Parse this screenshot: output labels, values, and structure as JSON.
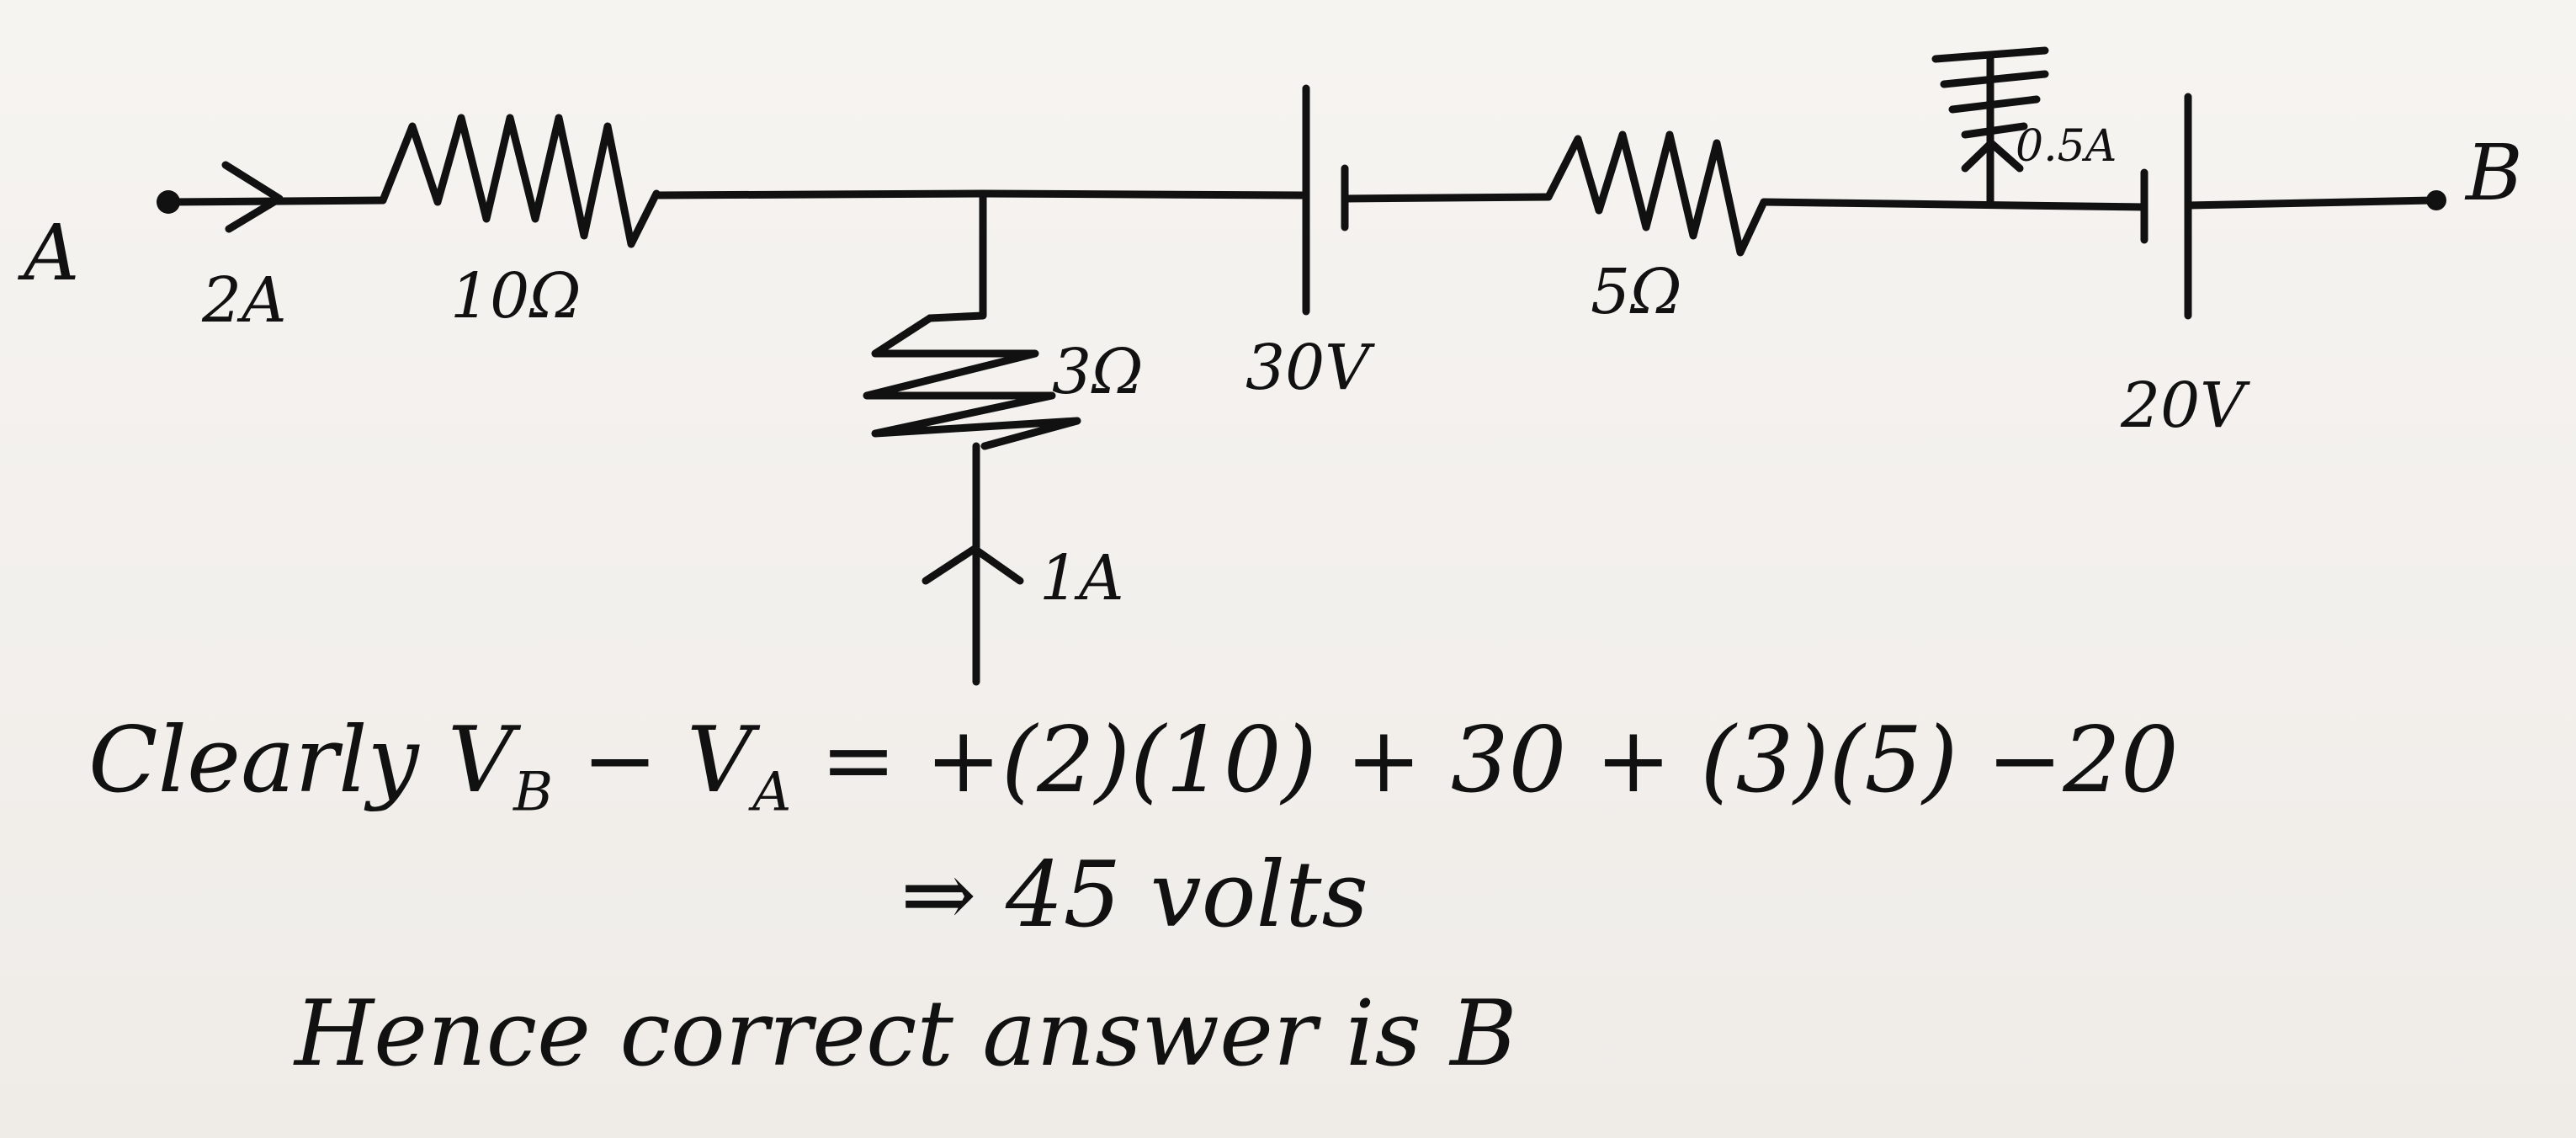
{
  "nodes": {
    "a": "A",
    "b": "B"
  },
  "labels": {
    "current_in": "2A",
    "r1": "10Ω",
    "r2": "3Ω",
    "emf1": "30V",
    "r3": "5Ω",
    "current_branch": "0.5A",
    "emf2": "20V",
    "current_down": "1A"
  },
  "solution": {
    "line1": "Clearly V",
    "line1_sub_b": "B",
    "line1_mid": " − V",
    "line1_sub_a": "A",
    "line1_rest": " = +(2)(10) + 30 + (3)(5) −20",
    "line2": "⇒ 45 volts",
    "line3": "Hence correct answer is B"
  }
}
